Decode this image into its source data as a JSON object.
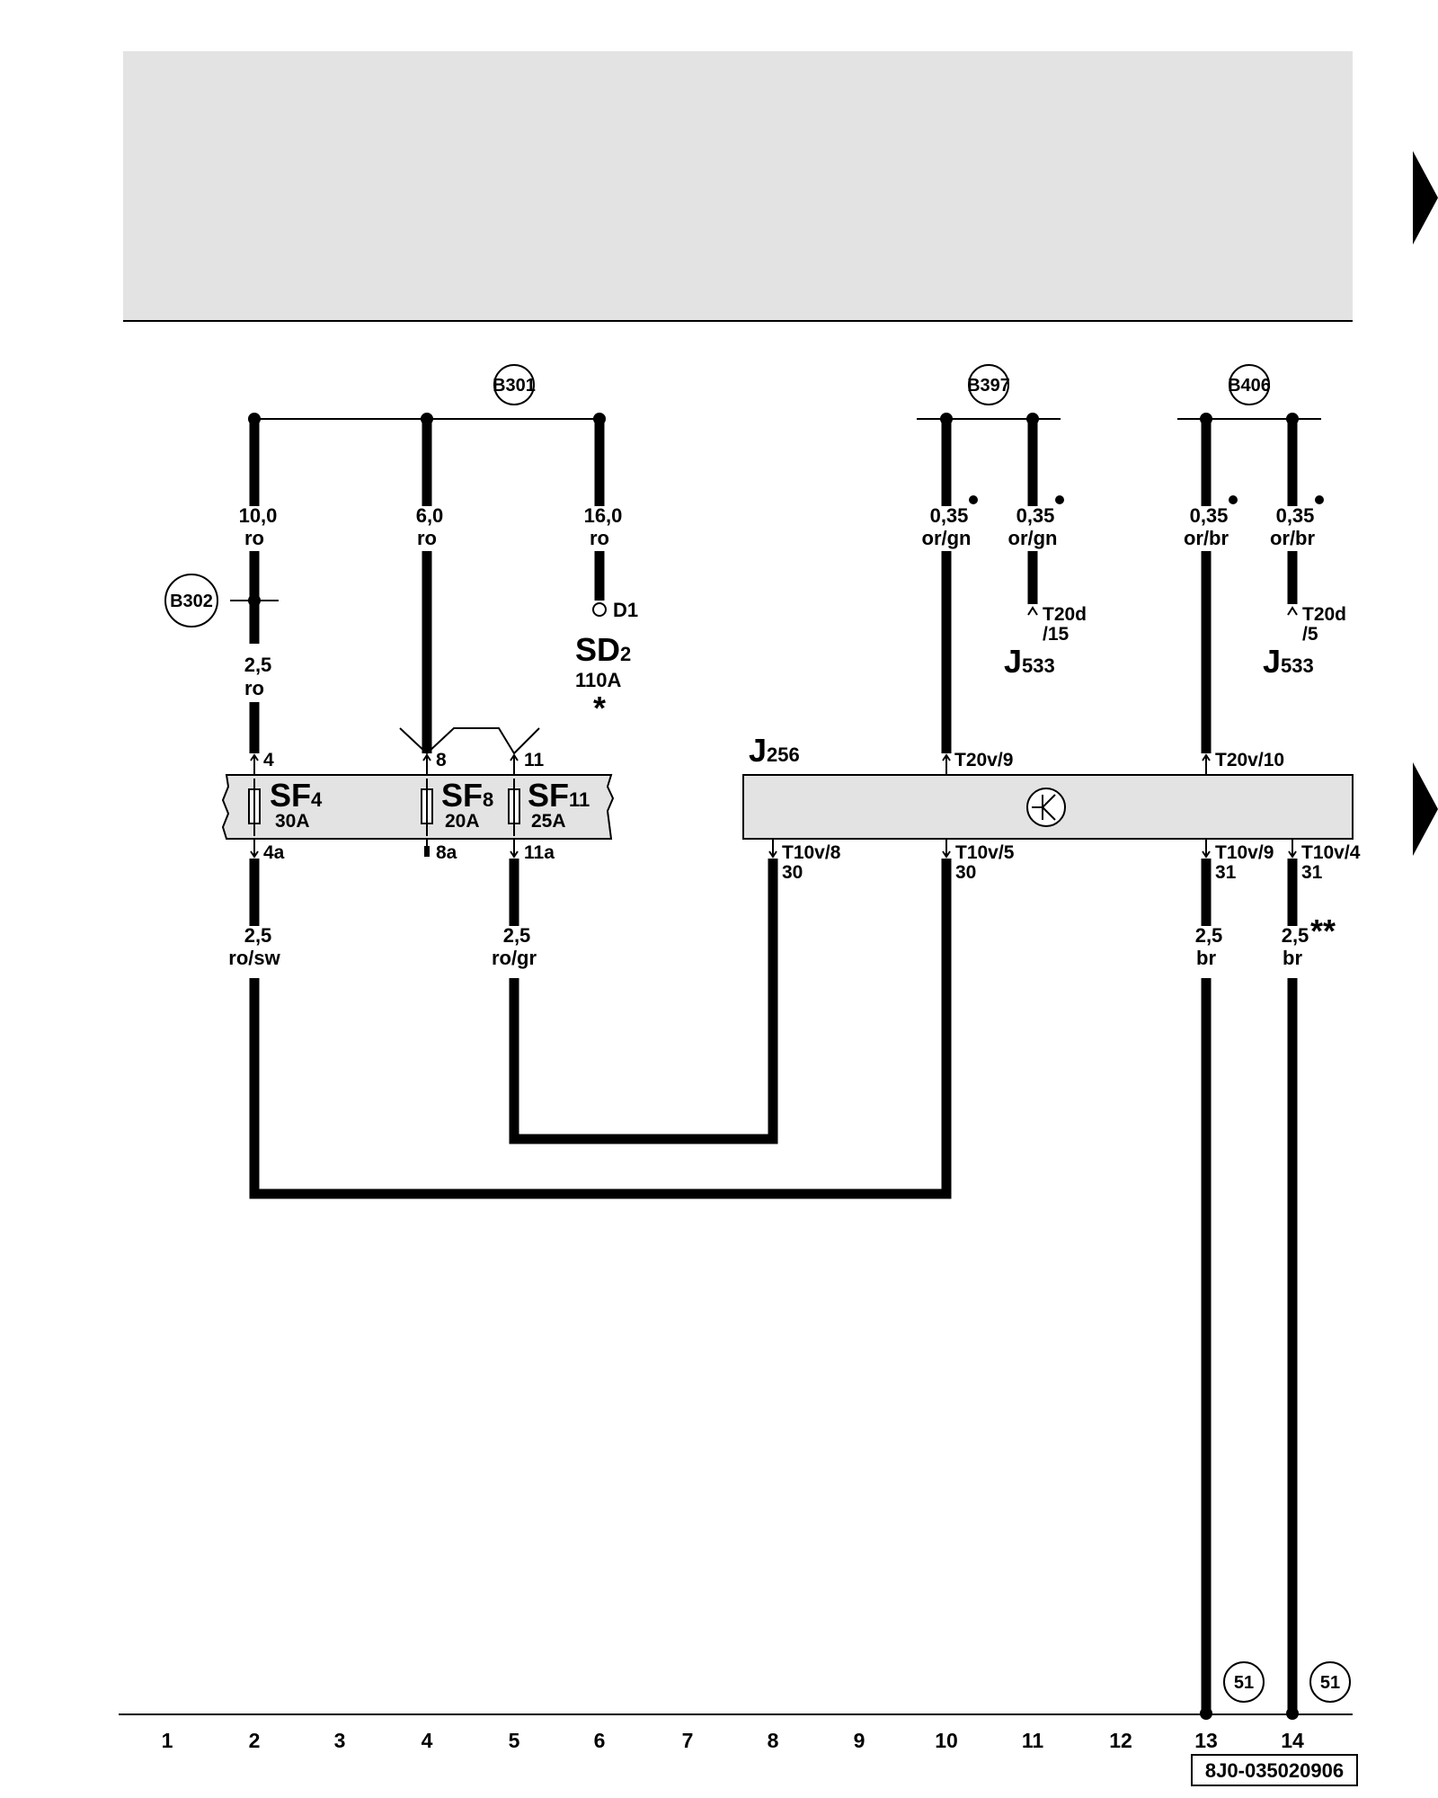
{
  "diagram": {
    "buses": [
      {
        "id": "b301",
        "label": "B301"
      },
      {
        "id": "b397",
        "label": "B397"
      },
      {
        "id": "b406",
        "label": "B406"
      },
      {
        "id": "b302",
        "label": "B302"
      }
    ],
    "wires": {
      "w_top_c2": {
        "size": "10,0",
        "color": "ro"
      },
      "w_top_c4": {
        "size": "6,0",
        "color": "ro"
      },
      "w_top_c6": {
        "size": "16,0",
        "color": "ro"
      },
      "w_top_c10": {
        "size": "0,35",
        "color": "or/gn"
      },
      "w_top_c11": {
        "size": "0,35",
        "color": "or/gn"
      },
      "w_top_c13": {
        "size": "0,35",
        "color": "or/br"
      },
      "w_top_c14": {
        "size": "0,35",
        "color": "or/br"
      },
      "w_mid_c2": {
        "size": "2,5",
        "color": "ro"
      },
      "w_bot_c2": {
        "size": "2,5",
        "color": "ro/sw"
      },
      "w_bot_c5": {
        "size": "2,5",
        "color": "ro/gr"
      },
      "w_bot_c13": {
        "size": "2,5",
        "color": "br"
      },
      "w_bot_c14": {
        "size": "2,5",
        "color": "br"
      }
    },
    "asterisk": "*",
    "double_asterisk": "**",
    "sd2": {
      "name": "SD",
      "sub": "2",
      "rating": "110A",
      "terminal": "D1"
    },
    "fuses": [
      {
        "name": "SF",
        "sub": "4",
        "rating": "30A",
        "pin_top": "4",
        "pin_bottom": "4a"
      },
      {
        "name": "SF",
        "sub": "8",
        "rating": "20A",
        "pin_top": "8",
        "pin_bottom": "8a"
      },
      {
        "name": "SF",
        "sub": "11",
        "rating": "25A",
        "pin_top": "11",
        "pin_bottom": "11a"
      }
    ],
    "j256": {
      "name": "J",
      "sub": "256",
      "pins_top": [
        "T20v/9",
        "T20v/10"
      ],
      "pins_bottom": [
        {
          "pin": "T10v/8",
          "terminal": "30"
        },
        {
          "pin": "T10v/5",
          "terminal": "30"
        },
        {
          "pin": "T10v/9",
          "terminal": "31"
        },
        {
          "pin": "T10v/4",
          "terminal": "31"
        }
      ]
    },
    "j533": [
      {
        "name": "J",
        "sub": "533",
        "pin": "T20d",
        "pin_no": "/15"
      },
      {
        "name": "J",
        "sub": "533",
        "pin": "T20d",
        "pin_no": "/5"
      }
    ],
    "refs": [
      "51",
      "51"
    ],
    "grid_numbers": [
      "1",
      "2",
      "3",
      "4",
      "5",
      "6",
      "7",
      "8",
      "9",
      "10",
      "11",
      "12",
      "13",
      "14"
    ],
    "doc_id": "8J0-035020906"
  }
}
